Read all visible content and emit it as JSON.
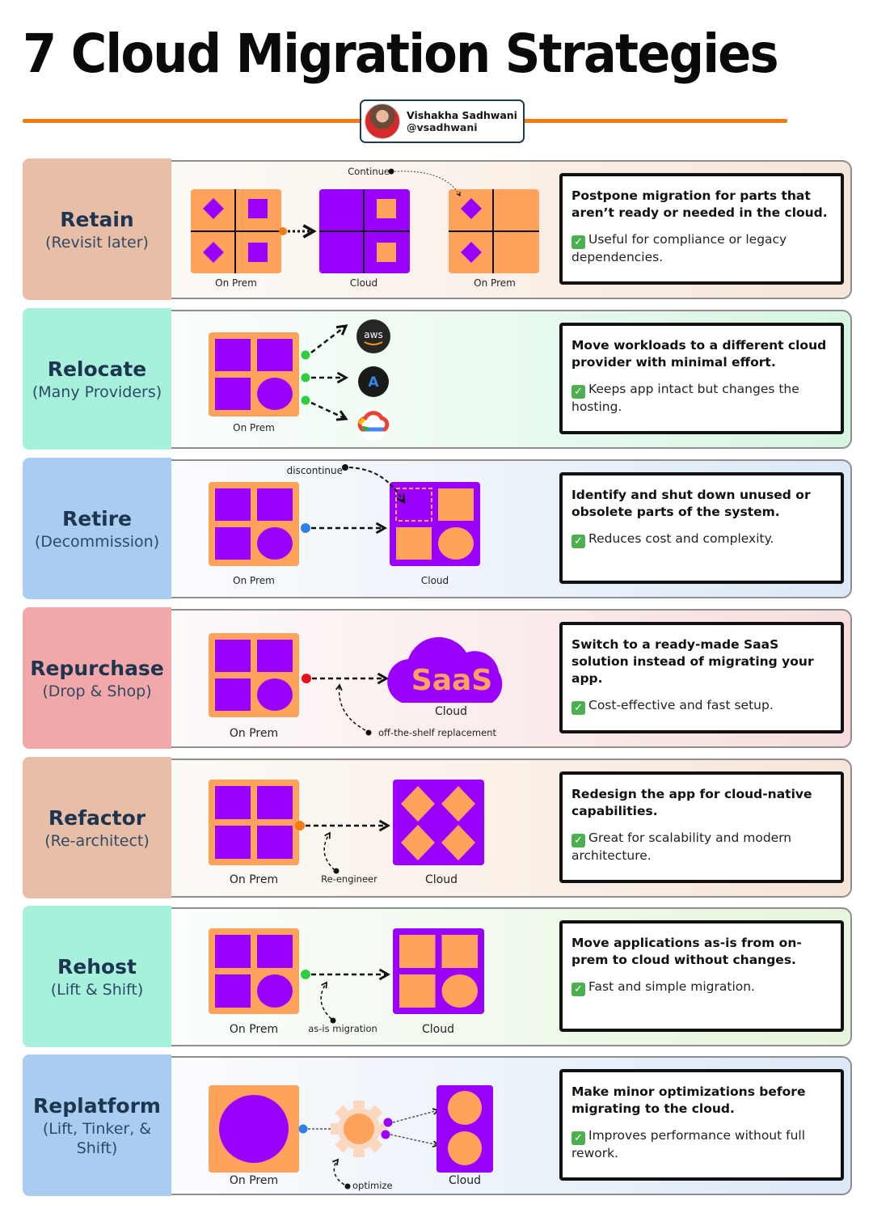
{
  "title": "7 Cloud Migration Strategies",
  "author": {
    "name": "Vishakha Sadhwani",
    "handle": "@vsadhwani"
  },
  "colors": {
    "accent_rule": "#f47a12",
    "orange_block": "#ffa35c",
    "purple_block": "#9b00ff",
    "label_text": "#1d3550",
    "check_green": "#4caf50"
  },
  "check_icon": "✓",
  "strategies": [
    {
      "name": "Retain",
      "subtitle": "(Revisit later)",
      "label_bg": "#e9bea6",
      "panel_bg": "linear-gradient(to right, #fdfaf6, #f6e6da)",
      "diagram": {
        "labels": [
          "On Prem",
          "Cloud",
          "On Prem"
        ],
        "annotation": "Continue",
        "dot_color": "#f47a12"
      },
      "description": "Postpone migration for parts that aren’t ready or needed in the cloud.",
      "benefit": "Useful for compliance or legacy dependencies."
    },
    {
      "name": "Relocate",
      "subtitle": "(Many Providers)",
      "label_bg": "#a6f0dc",
      "panel_bg": "linear-gradient(to right, #fbfefc, #d8f5e2)",
      "diagram": {
        "labels": [
          "On Prem"
        ],
        "providers": [
          "aws",
          "A",
          "Google Cloud"
        ],
        "dot_color": "#2ecc40"
      },
      "description": "Move workloads to a different cloud provider with minimal effort.",
      "benefit": "Keeps app intact but changes the hosting."
    },
    {
      "name": "Retire",
      "subtitle": "(Decommission)",
      "label_bg": "#a9cdf0",
      "panel_bg": "linear-gradient(to right, #fbfcfe, #dde9f6)",
      "diagram": {
        "labels": [
          "On Prem",
          "Cloud"
        ],
        "annotation": "discontinue",
        "dot_color": "#2f7fe8"
      },
      "description": "Identify and shut down unused or obsolete parts of the system.",
      "benefit": "Reduces cost and complexity."
    },
    {
      "name": "Repurchase",
      "subtitle": "(Drop & Shop)",
      "label_bg": "#f2a8a8",
      "panel_bg": "linear-gradient(to right, #fefafa, #f6dede)",
      "diagram": {
        "labels": [
          "On Prem",
          "Cloud"
        ],
        "cloud_text": "SaaS",
        "annotation": "off-the-shelf replacement",
        "dot_color": "#e8101a"
      },
      "description": "Switch to a ready-made SaaS solution instead of migrating your app.",
      "benefit": "Cost-effective and fast setup."
    },
    {
      "name": "Refactor",
      "subtitle": "(Re-architect)",
      "label_bg": "#e9bea6",
      "panel_bg": "linear-gradient(to right, #fdfaf6, #f6e6da)",
      "diagram": {
        "labels": [
          "On Prem",
          "Cloud"
        ],
        "annotation": "Re-engineer",
        "dot_color": "#f47a12"
      },
      "description": "Redesign the app for cloud-native capabilities.",
      "benefit": "Great for scalability and modern architecture."
    },
    {
      "name": "Rehost",
      "subtitle": "(Lift & Shift)",
      "label_bg": "#a6f0dc",
      "panel_bg": "linear-gradient(to right, #fbfefc, #e6f5dc)",
      "diagram": {
        "labels": [
          "On Prem",
          "Cloud"
        ],
        "annotation": "as-is migration",
        "dot_color": "#2ecc40"
      },
      "description": "Move applications as-is from on-prem to cloud without changes.",
      "benefit": "Fast and simple migration."
    },
    {
      "name": "Replatform",
      "subtitle": "(Lift, Tinker, & Shift)",
      "label_bg": "#a9cdf0",
      "panel_bg": "linear-gradient(to right, #fbfcfe, #dde9f6)",
      "diagram": {
        "labels": [
          "On Prem",
          "Cloud"
        ],
        "annotation": "optimize",
        "dot_color": "#2f7fe8"
      },
      "description": "Make minor optimizations before migrating to the cloud.",
      "benefit": "Improves performance without full rework."
    }
  ]
}
